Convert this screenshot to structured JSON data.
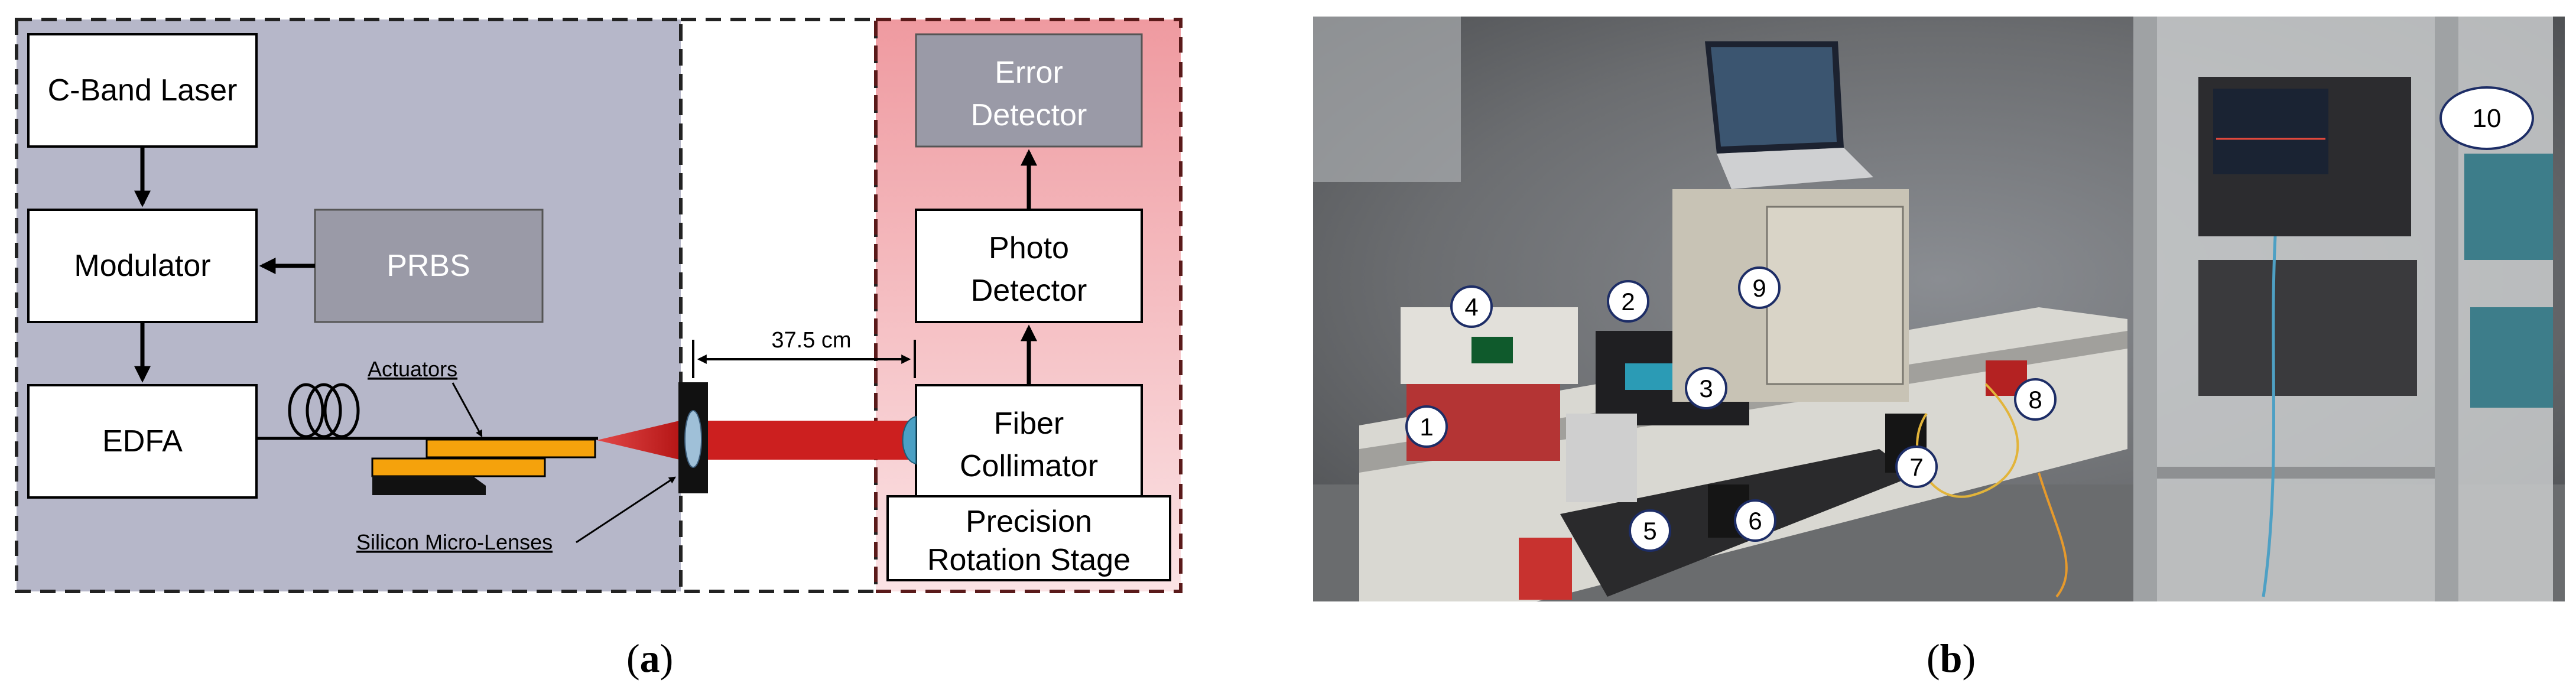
{
  "panel_a": {
    "boxes": {
      "laser": "C-Band Laser",
      "modulator": "Modulator",
      "prbs": "PRBS",
      "edfa": "EDFA",
      "error_detector_line1": "Error",
      "error_detector_line2": "Detector",
      "photo_detector_line1": "Photo",
      "photo_detector_line2": "Detector",
      "fiber_collimator_line1": "Fiber",
      "fiber_collimator_line2": "Collimator",
      "rotation_stage_line1": "Precision",
      "rotation_stage_line2": "Rotation Stage"
    },
    "labels": {
      "actuators": "Actuators",
      "micro_lenses": "Silicon Micro-Lenses",
      "distance": "37.5 cm"
    },
    "colors": {
      "source_region": "#b6b7c9",
      "receiver_region_top": "#ef9aa0",
      "receiver_region_bottom": "#fbe3e5",
      "instrument_gray": "#9a9aa7",
      "actuator": "#f5a20c",
      "beam": "#cc1f1f",
      "lens": "#9fc0d8",
      "collimator": "#4aa0c4"
    },
    "caption_letter": "a"
  },
  "panel_b": {
    "markers": [
      "1",
      "2",
      "3",
      "4",
      "5",
      "6",
      "7",
      "8",
      "9",
      "10"
    ],
    "caption_letter": "b"
  }
}
